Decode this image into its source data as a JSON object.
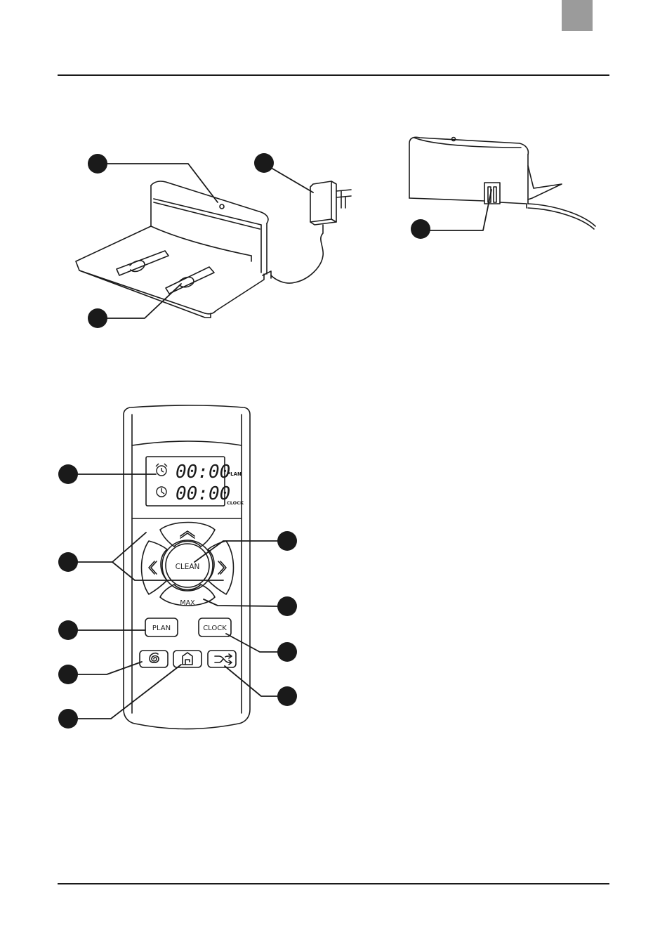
{
  "header": {
    "tab_color": "#9b9b9b"
  },
  "colors": {
    "ink": "#1a1a1a",
    "callout": "#1a1a1a"
  },
  "remote": {
    "display": {
      "plan_time": "00:00",
      "clock_time": "00:00",
      "plan_label": "PLAN",
      "clock_label": "CLOCK",
      "alarm_icon": "alarm-clock-icon",
      "clock_icon": "clock-icon"
    },
    "buttons": {
      "clean": "CLEAN",
      "max": "MAX",
      "plan": "PLAN",
      "clock": "CLOCK",
      "up_icon": "chevron-up-icon",
      "left_icon": "chevron-left-icon",
      "right_icon": "chevron-right-icon",
      "spiral_icon": "spiral-icon",
      "home_icon": "home-icon",
      "random_icon": "shuffle-icon"
    }
  },
  "icons": {
    "dock": "charging-dock-icon",
    "adapter": "power-adapter-icon",
    "dock_rear": "dock-rear-view-icon",
    "callout": "callout-dot-icon"
  }
}
